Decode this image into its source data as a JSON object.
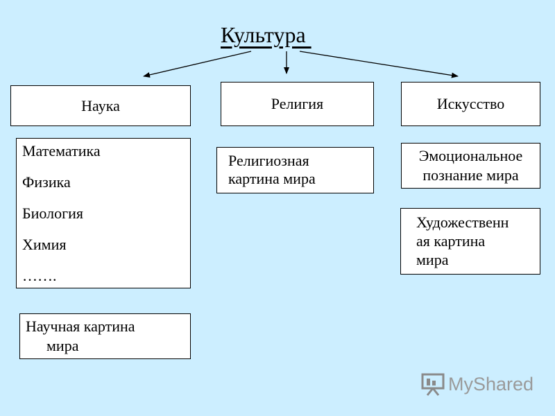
{
  "title": "Культура ",
  "categories": [
    {
      "id": "nauka",
      "label": "Наука"
    },
    {
      "id": "religiya",
      "label": "Религия"
    },
    {
      "id": "iskusstvo",
      "label": "Искусство"
    }
  ],
  "sciences": [
    "Математика",
    "Физика",
    "Биология",
    "Химия",
    "……."
  ],
  "religion_picture": [
    "Религиозная",
    "картина мира"
  ],
  "emotional": [
    "Эмоциональное",
    "познание мира"
  ],
  "art_picture": [
    "Художественн",
    "ая картина",
    "мира"
  ],
  "science_picture": [
    "Научная картина",
    "мира"
  ],
  "watermark": {
    "brand": "MyShared",
    "icon": "presentation-board-icon"
  }
}
